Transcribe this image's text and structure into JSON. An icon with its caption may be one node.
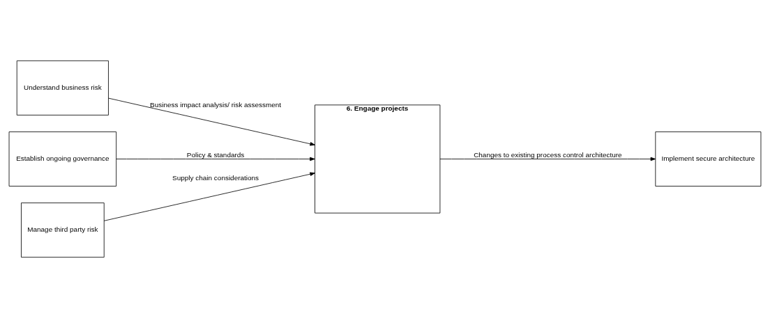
{
  "diagram": {
    "nodes": [
      {
        "text": [
          "Understand business risk"
        ]
      },
      {
        "text": [
          "Establish ongoing governance"
        ]
      },
      {
        "text": [
          "Manage third party risk"
        ]
      },
      {
        "text": [
          "6. Engage projects"
        ]
      },
      {
        "text": [
          "Implement secure architecture"
        ]
      }
    ],
    "edges": [
      {
        "from": 0,
        "to": 3,
        "label": "Business impact analysis/ risk assessment",
        "arrow": "to"
      },
      {
        "from": 1,
        "to": 3,
        "label": "Policy & standards",
        "arrow": "to"
      },
      {
        "from": 2,
        "to": 3,
        "label": "Supply chain considerations",
        "arrow": "to"
      },
      {
        "from": 3,
        "to": 4,
        "label": "Changes to existing process control architecture",
        "arrow": "to"
      }
    ]
  }
}
